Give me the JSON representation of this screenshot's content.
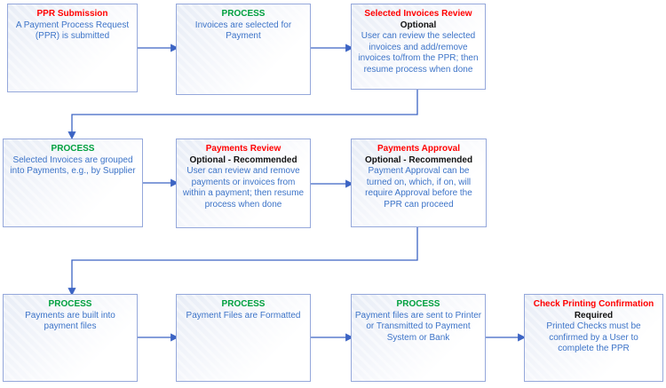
{
  "diagram": {
    "type": "flowchart",
    "subject": "Payment Process Request (PPR) flow"
  },
  "colors": {
    "title_red": "#ff0000",
    "title_green": "#00a03e",
    "body_blue": "#3d74c8",
    "subtitle_black": "#111111",
    "arrow_blue": "#3c64c4",
    "box_border": "#95a8db",
    "box_fill_tint": "#e8edf6"
  },
  "boxes": [
    {
      "id": "ppr-submission",
      "title": "PPR Submission",
      "title_color": "red",
      "subtitle": "",
      "body": "A Payment Process Request\n(PPR) is submitted"
    },
    {
      "id": "process-select-invoices",
      "title": "PROCESS",
      "title_color": "green",
      "subtitle": "",
      "body": "Invoices are selected for\nPayment"
    },
    {
      "id": "selected-invoices-review",
      "title": "Selected Invoices Review",
      "title_color": "red",
      "subtitle": "Optional",
      "body": "User can review the selected\ninvoices and add/remove\ninvoices to/from the PPR; then\nresume process when done"
    },
    {
      "id": "process-group-payments",
      "title": "PROCESS",
      "title_color": "green",
      "subtitle": "",
      "body": "Selected Invoices are grouped\ninto Payments, e.g., by Supplier"
    },
    {
      "id": "payments-review",
      "title": "Payments Review",
      "title_color": "red",
      "subtitle": "Optional - Recommended",
      "body": "User can review and remove\npayments or invoices from\nwithin a payment; then resume\nprocess when done"
    },
    {
      "id": "payments-approval",
      "title": "Payments Approval",
      "title_color": "red",
      "subtitle": "Optional - Recommended",
      "body": "Payment Approval can be\nturned on, which, if on, will\nrequire Approval before the\nPPR can proceed"
    },
    {
      "id": "process-build-payment-files",
      "title": "PROCESS",
      "title_color": "green",
      "subtitle": "",
      "body": "Payments are built into\npayment files"
    },
    {
      "id": "process-format-payment-files",
      "title": "PROCESS",
      "title_color": "green",
      "subtitle": "",
      "body": "Payment Files are Formatted"
    },
    {
      "id": "process-send-payment-files",
      "title": "PROCESS",
      "title_color": "green",
      "subtitle": "",
      "body": "Payment files are sent to Printer\nor Transmitted to Payment\nSystem or Bank"
    },
    {
      "id": "check-printing-confirmation",
      "title": "Check Printing Confirmation",
      "title_color": "red",
      "subtitle": "Required",
      "body": "Printed Checks must be\nconfirmed by a User to\ncomplete the PPR"
    }
  ],
  "edges": [
    {
      "from": "ppr-submission",
      "to": "process-select-invoices"
    },
    {
      "from": "process-select-invoices",
      "to": "selected-invoices-review"
    },
    {
      "from": "selected-invoices-review",
      "to": "process-group-payments"
    },
    {
      "from": "process-group-payments",
      "to": "payments-review"
    },
    {
      "from": "payments-review",
      "to": "payments-approval"
    },
    {
      "from": "payments-approval",
      "to": "process-build-payment-files"
    },
    {
      "from": "process-build-payment-files",
      "to": "process-format-payment-files"
    },
    {
      "from": "process-format-payment-files",
      "to": "process-send-payment-files"
    },
    {
      "from": "process-send-payment-files",
      "to": "check-printing-confirmation"
    }
  ]
}
